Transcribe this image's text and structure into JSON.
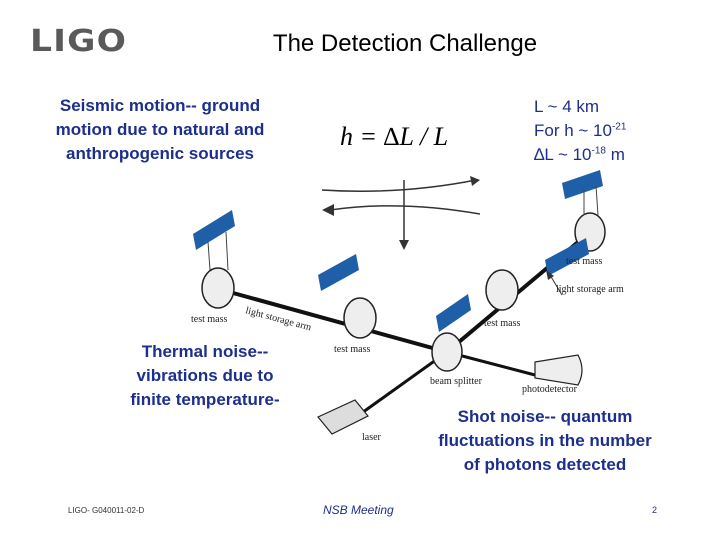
{
  "logo": "LIGO",
  "title": "The Detection Challenge",
  "seismic": "Seismic motion-- ground motion due to natural and anthropogenic sources",
  "thermal": "Thermal noise-- vibrations due to finite temperature-",
  "shot": "Shot noise-- quantum fluctuations in the number of photons detected",
  "params": {
    "line1": "L ~ 4 km",
    "line2_prefix": "For h ~ 10",
    "line2_exp": "-21",
    "line3_prefix": "∆L ~ 10",
    "line3_exp": "-18",
    "line3_suffix": " m"
  },
  "formula": "h  = ∆L / L",
  "diagram_labels": {
    "test_mass_left": "test mass",
    "light_storage_arm_left": "light storage arm",
    "test_mass_center": "test mass",
    "test_mass_right_lower": "test mass",
    "test_mass_top_right": "test mass",
    "light_storage_arm_right": "light storage arm",
    "beam_splitter": "beam splitter",
    "photodetector": "photodetector",
    "laser": "laser"
  },
  "footer": {
    "doc_id": "LIGO- G040011-02-D",
    "meeting": "NSB Meeting",
    "page": "2"
  },
  "colors": {
    "accent": "#1c2f8c",
    "mirror": "#1f5fa8"
  }
}
